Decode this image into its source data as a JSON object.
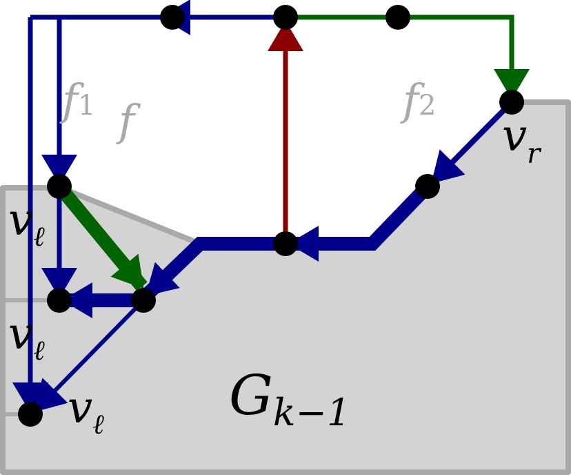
{
  "colors": {
    "region_fill": "#d3d3d3",
    "region_stroke": "#a9a9a9",
    "blue": "#00008b",
    "green": "#006400",
    "red": "#8b0000",
    "vertex": "#000000",
    "label": "#000000",
    "face_label": "#a9a9a9"
  },
  "labels": {
    "graph": {
      "main": "G",
      "sub": "k−1"
    },
    "v_r": {
      "main": "v",
      "sub": "r"
    },
    "v_l_top": {
      "main": "v",
      "sub": "ℓ"
    },
    "v_l_mid": {
      "main": "v",
      "sub": "ℓ"
    },
    "v_l_bot": {
      "main": "v",
      "sub": "ℓ"
    },
    "f1": {
      "main": "f",
      "sub": "1"
    },
    "f": {
      "main": "f"
    },
    "f2": {
      "main": "f",
      "sub": "2"
    }
  }
}
